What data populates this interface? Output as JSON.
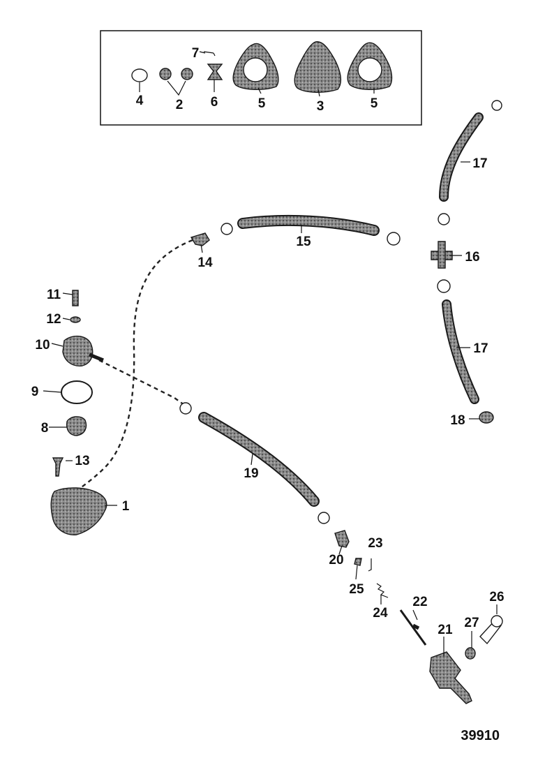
{
  "figure_number": "39910",
  "callouts": [
    {
      "id": "c4",
      "text": "4"
    },
    {
      "id": "c2",
      "text": "2"
    },
    {
      "id": "c7",
      "text": "7"
    },
    {
      "id": "c6",
      "text": "6"
    },
    {
      "id": "c5a",
      "text": "5"
    },
    {
      "id": "c3",
      "text": "3"
    },
    {
      "id": "c5b",
      "text": "5"
    },
    {
      "id": "c17a",
      "text": "17"
    },
    {
      "id": "c15",
      "text": "15"
    },
    {
      "id": "c14",
      "text": "14"
    },
    {
      "id": "c16",
      "text": "16"
    },
    {
      "id": "c11",
      "text": "11"
    },
    {
      "id": "c12",
      "text": "12"
    },
    {
      "id": "c10",
      "text": "10"
    },
    {
      "id": "c17b",
      "text": "17"
    },
    {
      "id": "c9",
      "text": "9"
    },
    {
      "id": "c18",
      "text": "18"
    },
    {
      "id": "c8",
      "text": "8"
    },
    {
      "id": "c13",
      "text": "13"
    },
    {
      "id": "c19",
      "text": "19"
    },
    {
      "id": "c1",
      "text": "1"
    },
    {
      "id": "c23",
      "text": "23"
    },
    {
      "id": "c20",
      "text": "20"
    },
    {
      "id": "c25",
      "text": "25"
    },
    {
      "id": "c24",
      "text": "24"
    },
    {
      "id": "c22",
      "text": "22"
    },
    {
      "id": "c26",
      "text": "26"
    },
    {
      "id": "c21",
      "text": "21"
    },
    {
      "id": "c27",
      "text": "27"
    }
  ]
}
